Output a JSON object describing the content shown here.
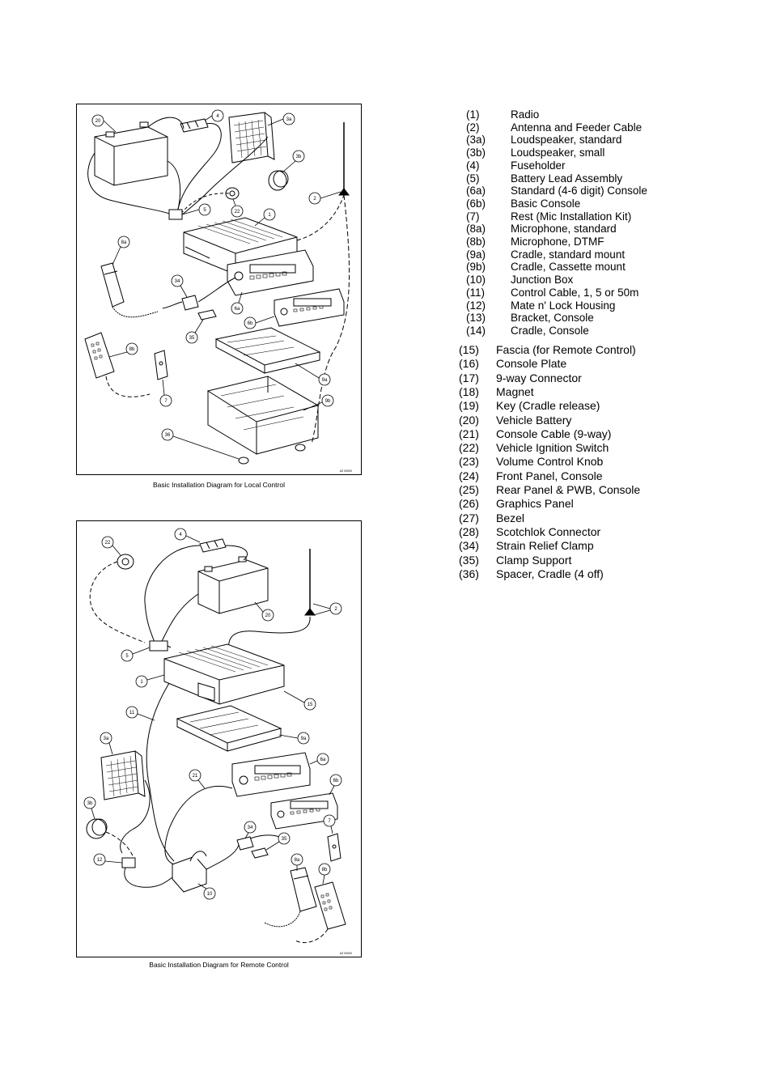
{
  "legend_group1": [
    {
      "num": "(1)",
      "label": "Radio"
    },
    {
      "num": "(2)",
      "label": "Antenna and Feeder Cable"
    },
    {
      "num": "(3a)",
      "label": "Loudspeaker, standard"
    },
    {
      "num": "(3b)",
      "label": "Loudspeaker, small"
    },
    {
      "num": "(4)",
      "label": "Fuseholder"
    },
    {
      "num": "(5)",
      "label": "Battery Lead Assembly"
    },
    {
      "num": "(6a)",
      "label": "Standard (4-6 digit) Console"
    },
    {
      "num": "(6b)",
      "label": "Basic Console"
    },
    {
      "num": "(7)",
      "label": "Rest (Mic Installation Kit)"
    },
    {
      "num": "(8a)",
      "label": "Microphone, standard"
    },
    {
      "num": "(8b)",
      "label": "Microphone, DTMF"
    },
    {
      "num": "(9a)",
      "label": "Cradle, standard mount"
    },
    {
      "num": "(9b)",
      "label": "Cradle, Cassette mount"
    },
    {
      "num": "(10)",
      "label": "Junction Box"
    },
    {
      "num": "(11)",
      "label": "Control Cable, 1, 5 or 50m"
    },
    {
      "num": "(12)",
      "label": "Mate n' Lock Housing"
    },
    {
      "num": "(13)",
      "label": "Bracket, Console"
    },
    {
      "num": "(14)",
      "label": "Cradle, Console"
    }
  ],
  "legend_group2": [
    {
      "num": "(15)",
      "label": "Fascia (for Remote Control)"
    },
    {
      "num": "(16)",
      "label": "Console Plate"
    },
    {
      "num": "(17)",
      "label": "9-way Connector"
    },
    {
      "num": "(18)",
      "label": "Magnet"
    },
    {
      "num": "(19)",
      "label": "Key (Cradle release)"
    },
    {
      "num": "(20)",
      "label": "Vehicle Battery"
    },
    {
      "num": "(21)",
      "label": "Console Cable (9-way)"
    },
    {
      "num": "(22)",
      "label": "Vehicle Ignition Switch"
    },
    {
      "num": "(23)",
      "label": "Volume Control Knob"
    },
    {
      "num": "(24)",
      "label": "Front Panel, Console"
    },
    {
      "num": "(25)",
      "label": "Rear Panel & PWB, Console"
    },
    {
      "num": "(26)",
      "label": "Graphics Panel"
    },
    {
      "num": "(27)",
      "label": "Bezel"
    },
    {
      "num": "(28)",
      "label": "Scotchlok Connector"
    },
    {
      "num": "(34)",
      "label": "Strain Relief Clamp"
    },
    {
      "num": "(35)",
      "label": "Clamp Support"
    },
    {
      "num": "(36)",
      "label": "Spacer, Cradle (4 off)"
    }
  ],
  "figure_local": {
    "caption": "Basic Installation Diagram for Local Control",
    "callouts": {
      "c20": "20",
      "c4": "4",
      "c3a": "3a",
      "c3b": "3b",
      "c2": "2",
      "c5": "5",
      "c22": "22",
      "c1": "1",
      "c8a": "8a",
      "c34": "34",
      "c6a": "6a",
      "c6b": "6b",
      "c35": "35",
      "c8b": "8b",
      "c7": "7",
      "c9a": "9a",
      "c9b": "9b",
      "c36": "36"
    },
    "ref_code": "AZ 00000"
  },
  "figure_remote": {
    "caption": "Basic Installation Diagram for Remote Control",
    "callouts": {
      "c22": "22",
      "c4": "4",
      "c20": "20",
      "c2": "2",
      "c5": "5",
      "c1": "1",
      "c15": "15",
      "c11": "11",
      "c9a": "9a",
      "c3a": "3a",
      "c6a": "6a",
      "c21": "21",
      "c6b": "6b",
      "c3b": "3b",
      "c7": "7",
      "c34": "34",
      "c35": "35",
      "c8a": "8a",
      "c8b": "8b",
      "c12": "12",
      "c10": "10"
    },
    "ref_code": "AZ 00000"
  }
}
